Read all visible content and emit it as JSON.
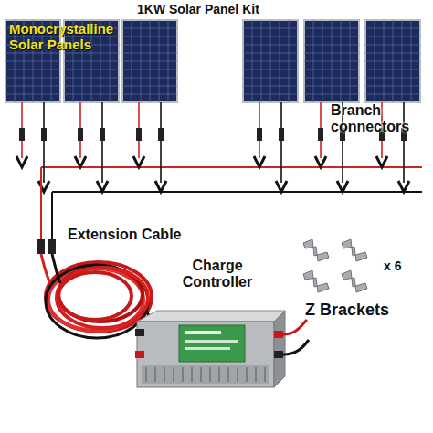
{
  "diagram": {
    "title": "1KW Solar Panel Kit",
    "labels": [
      "Monocrystalline Solar Panels",
      "Branch connectors",
      "Extension Cable",
      "Charge Controller",
      "x 6",
      "Z Brackets"
    ]
  }
}
